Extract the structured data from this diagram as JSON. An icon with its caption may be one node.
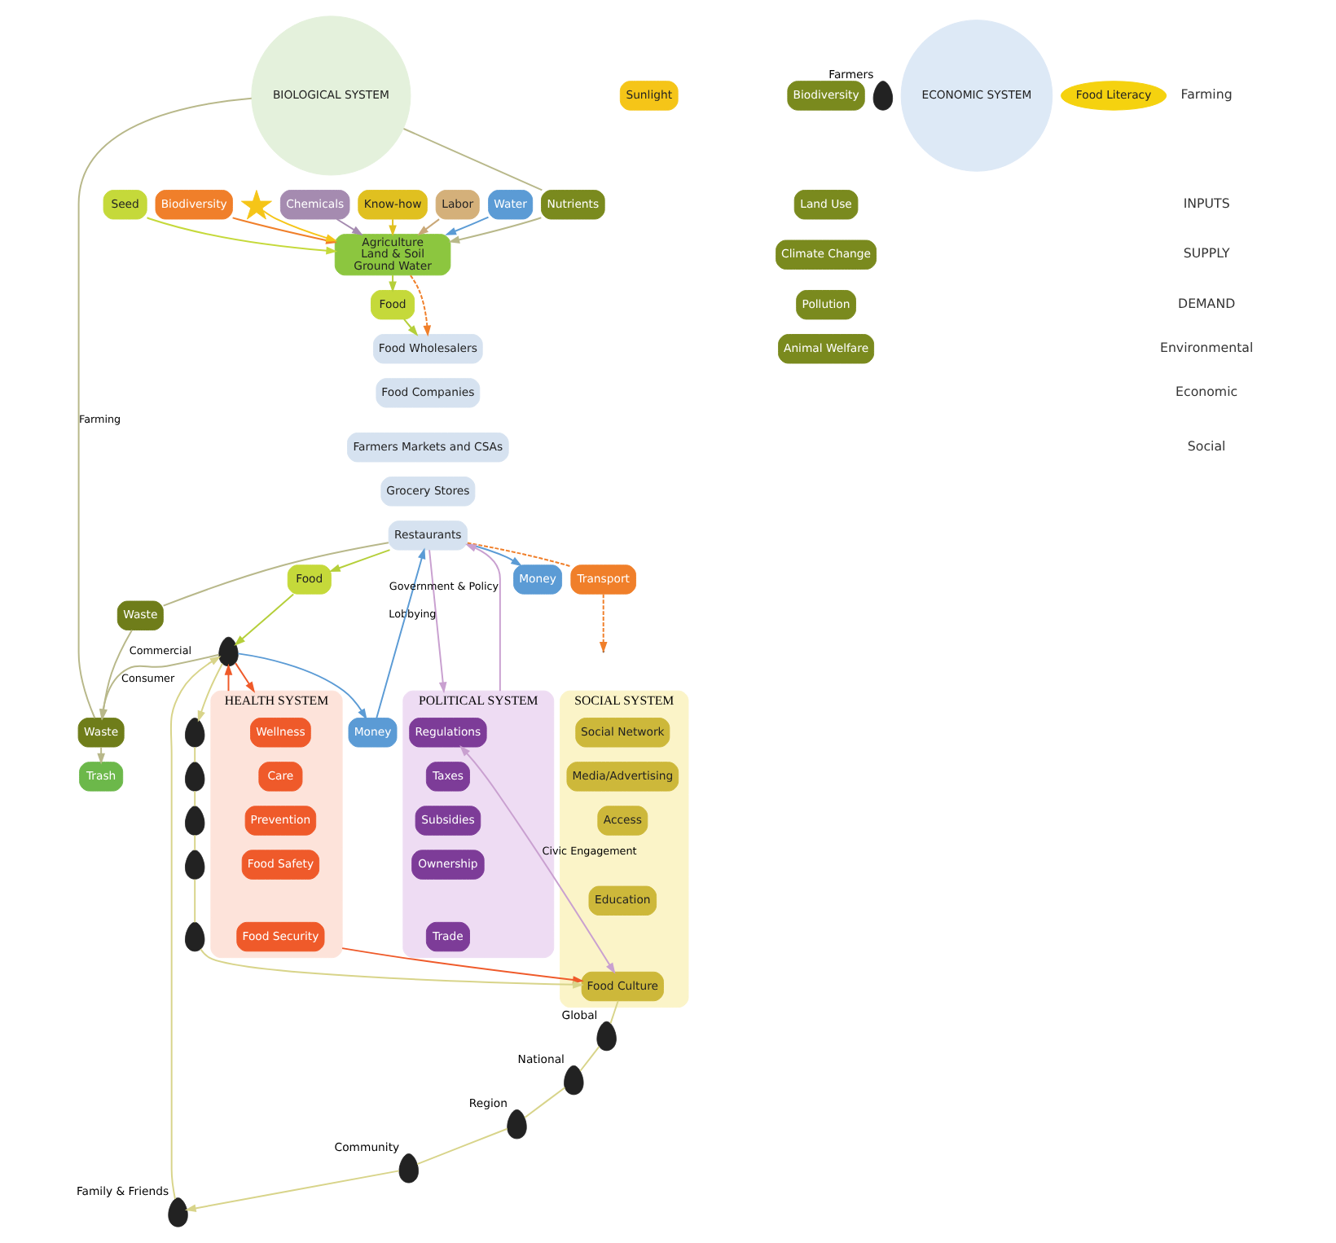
{
  "diagram": {
    "nodes": [
      {
        "text": [
          "Water"
        ]
      },
      {
        "text": [
          "Seed"
        ]
      },
      {
        "text": [
          "Biodiversity"
        ]
      },
      {
        "text": [
          "Sunlight"
        ]
      },
      {
        "text": [],
        "shape": "picture"
      },
      {
        "text": [
          "Chemicals"
        ]
      },
      {
        "text": [
          "Know-how"
        ]
      },
      {
        "text": [
          "Labor"
        ]
      },
      {
        "text": [
          "Nutrients"
        ]
      },
      {
        "text": [
          "Agriculture",
          "Land & Soil",
          "Ground Water"
        ]
      },
      {
        "text": [
          "BIOLOGICAL SYSTEM"
        ]
      },
      {
        "text": [
          "Biodiversity"
        ]
      },
      {
        "text": [
          "Land Use"
        ]
      },
      {
        "text": [
          "Climate Change"
        ]
      },
      {
        "text": [
          "Pollution"
        ]
      },
      {
        "text": [
          "Animal Welfare"
        ]
      },
      {
        "text": [],
        "shape": "person",
        "beside": [
          "Farmers"
        ]
      },
      {
        "text": [
          "Money"
        ]
      },
      {
        "text": [
          "Food"
        ]
      },
      {
        "text": [
          "ECONOMIC SYSTEM"
        ]
      },
      {
        "text": [
          "Food Wholesalers"
        ]
      },
      {
        "text": [
          "Food Companies"
        ]
      },
      {
        "text": [
          "Farmers Markets and CSAs"
        ]
      },
      {
        "text": [
          "Grocery Stores"
        ]
      },
      {
        "text": [
          "Restaurants"
        ]
      },
      {
        "text": [
          "Transport"
        ]
      },
      {
        "text": [
          "Waste"
        ]
      },
      {
        "text": [
          "Food Literacy"
        ]
      },
      {
        "text": [],
        "shape": "person"
      },
      {
        "text": [
          "Food"
        ]
      },
      {
        "text": [
          "Money"
        ]
      },
      {
        "text": [
          "Waste"
        ]
      },
      {
        "text": [
          "Trash"
        ]
      },
      {
        "text": [
          "HEALTH SYSTEM"
        ]
      },
      {
        "text": [
          "Wellness"
        ],
        "in": 33
      },
      {
        "text": [
          "Care"
        ],
        "in": 33
      },
      {
        "text": [
          "Prevention"
        ],
        "in": 33
      },
      {
        "text": [
          "Food Safety"
        ],
        "in": 33
      },
      {
        "text": [
          "Food Security"
        ],
        "in": 33
      },
      {
        "text": [
          "POLITICAL SYSTEM"
        ]
      },
      {
        "text": [
          "Regulations"
        ],
        "in": 39
      },
      {
        "text": [
          "Taxes"
        ],
        "in": 39
      },
      {
        "text": [
          "Subsidies"
        ],
        "in": 39
      },
      {
        "text": [
          "Ownership"
        ],
        "in": 39
      },
      {
        "text": [
          "Trade"
        ],
        "in": 39
      },
      {
        "text": [
          "SOCIAL SYSTEM"
        ]
      },
      {
        "text": [
          "Social Network"
        ],
        "in": 45
      },
      {
        "text": [
          "Media/Advertising"
        ],
        "in": 45
      },
      {
        "text": [
          "Access"
        ],
        "in": 45
      },
      {
        "text": [
          "Education"
        ],
        "in": 45
      },
      {
        "text": [
          "Food Culture"
        ],
        "in": 45
      },
      {
        "text": [],
        "shape": "person",
        "beside": [
          "Family & Friends"
        ]
      },
      {
        "text": [],
        "shape": "person",
        "beside": [
          "Community"
        ]
      },
      {
        "text": [],
        "shape": "person",
        "beside": [
          "Region"
        ]
      },
      {
        "text": [],
        "shape": "person",
        "beside": [
          "National"
        ]
      },
      {
        "text": [],
        "shape": "person",
        "beside": [
          "Global"
        ]
      },
      {
        "text": [],
        "shape": "person"
      },
      {
        "text": [],
        "shape": "person"
      },
      {
        "text": [],
        "shape": "person"
      },
      {
        "text": [],
        "shape": "person"
      },
      {
        "text": [],
        "shape": "person"
      }
    ],
    "edges": [
      {
        "from": 0,
        "to": 9,
        "arrow": "to",
        "color": "#5b9bd5"
      },
      {
        "from": 1,
        "to": 9,
        "arrow": "to",
        "color": "#c5d93a"
      },
      {
        "from": 2,
        "to": 9,
        "arrow": "to",
        "color": "#f07f2a"
      },
      {
        "from": 4,
        "to": 9,
        "arrow": "to",
        "color": "#f5c518"
      },
      {
        "from": 5,
        "to": 9,
        "arrow": "to",
        "color": "#a58bb0"
      },
      {
        "from": 6,
        "to": 9,
        "arrow": "to",
        "color": "#e0c020"
      },
      {
        "from": 7,
        "to": 9,
        "arrow": "to",
        "color": "#c9a878"
      },
      {
        "from": 10,
        "to": 8,
        "arrow": "none"
      },
      {
        "from": 8,
        "to": 9,
        "arrow": "to"
      },
      {
        "from": 9,
        "to": 18,
        "arrow": "to",
        "color": "#b5cf3a"
      },
      {
        "from": 18,
        "to": 20,
        "arrow": "to",
        "color": "#b5cf3a"
      },
      {
        "from": 24,
        "to": 17,
        "arrow": "to",
        "color": "#5b9bd5"
      },
      {
        "from": 9,
        "to": 20,
        "arrow": "to",
        "style": "dashed",
        "color": "#f07f2a"
      },
      {
        "from": 24,
        "to": 25,
        "arrow": "none",
        "style": "dashed",
        "color": "#f07f2a"
      },
      {
        "from": 25,
        "to": null,
        "arrow": "to",
        "style": "dashed",
        "color": "#f07f2a"
      },
      {
        "from": 24,
        "to": 26,
        "arrow": "none"
      },
      {
        "from": 26,
        "to": 31,
        "arrow": "to",
        "label": "Commercial"
      },
      {
        "from": 24,
        "to": 29,
        "arrow": "to",
        "color": "#b5cf3a"
      },
      {
        "from": 29,
        "to": 28,
        "arrow": "to",
        "color": "#b5cf3a"
      },
      {
        "from": 28,
        "to": 30,
        "arrow": "to",
        "color": "#5b9bd5"
      },
      {
        "from": 30,
        "to": 24,
        "arrow": "to",
        "color": "#5b9bd5"
      },
      {
        "from": 10,
        "to": 31,
        "arrow": "none",
        "label": "Farming"
      },
      {
        "from": 28,
        "to": 31,
        "arrow": "to",
        "label": "Consumer"
      },
      {
        "from": 31,
        "to": 32,
        "arrow": "to"
      },
      {
        "from": 28,
        "to": 33,
        "arrow": "to",
        "color": "#ef5a2a"
      },
      {
        "from": 33,
        "to": 28,
        "arrow": "to",
        "color": "#ef5a2a"
      },
      {
        "from": 33,
        "to": 50,
        "arrow": "to",
        "color": "#ef5a2a"
      },
      {
        "from": 51,
        "to": 28,
        "arrow": "to",
        "color": "#d8d48a"
      },
      {
        "from": 28,
        "to": 56,
        "arrow": "to",
        "color": "#d8d48a"
      },
      {
        "from": 50,
        "to": 55,
        "arrow": "none",
        "color": "#d8d48a"
      },
      {
        "from": 55,
        "to": 54,
        "arrow": "none",
        "color": "#d8d48a"
      },
      {
        "from": 54,
        "to": 53,
        "arrow": "none",
        "color": "#d8d48a"
      },
      {
        "from": 53,
        "to": 52,
        "arrow": "none",
        "color": "#d8d48a"
      },
      {
        "from": 52,
        "to": 51,
        "arrow": "to",
        "color": "#d8d48a"
      },
      {
        "from": 56,
        "to": 57,
        "arrow": "none",
        "color": "#d8d48a"
      },
      {
        "from": 57,
        "to": 58,
        "arrow": "none",
        "color": "#d8d48a"
      },
      {
        "from": 58,
        "to": 59,
        "arrow": "none",
        "color": "#d8d48a"
      },
      {
        "from": 59,
        "to": 60,
        "arrow": "none",
        "color": "#d8d48a"
      },
      {
        "from": 60,
        "to": 50,
        "arrow": "to",
        "color": "#d8d48a"
      },
      {
        "from": 24,
        "to": 39,
        "arrow": "to",
        "label": "Lobbying",
        "color": "#c9a0d0"
      },
      {
        "from": 39,
        "to": 24,
        "arrow": "to",
        "label": "Government & Policy",
        "color": "#c9a0d0"
      },
      {
        "from": 45,
        "to": 39,
        "arrow": "both",
        "label": "Civic Engagement",
        "color": "#c9a0d0"
      }
    ],
    "labels": [
      "Farming",
      "INPUTS",
      "SUPPLY",
      "DEMAND",
      "Environmental",
      "Economic",
      "Social"
    ]
  }
}
